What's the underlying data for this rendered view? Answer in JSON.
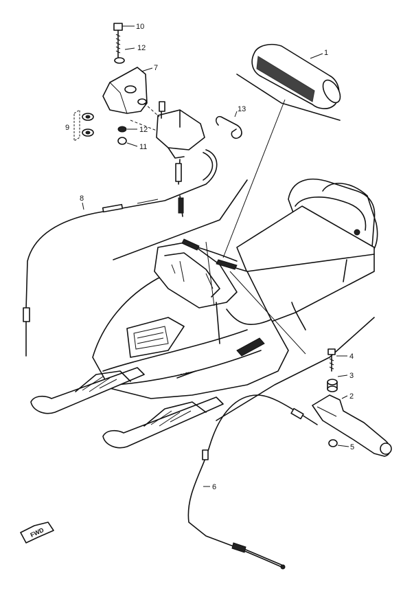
{
  "parts": {
    "grip": "1",
    "brake_lever": "2",
    "lever_collar": "3",
    "lever_bolt": "4",
    "lever_nut": "5",
    "brake_cable": "6",
    "throttle_bracket": "7",
    "throttle_cable": "8",
    "bracket_washers": "9",
    "bracket_bolt": "10",
    "throttle_nut": "11",
    "lock_washer_top": "12",
    "lock_washer_side": "12",
    "clip": "13"
  },
  "direction_label": "FWD"
}
